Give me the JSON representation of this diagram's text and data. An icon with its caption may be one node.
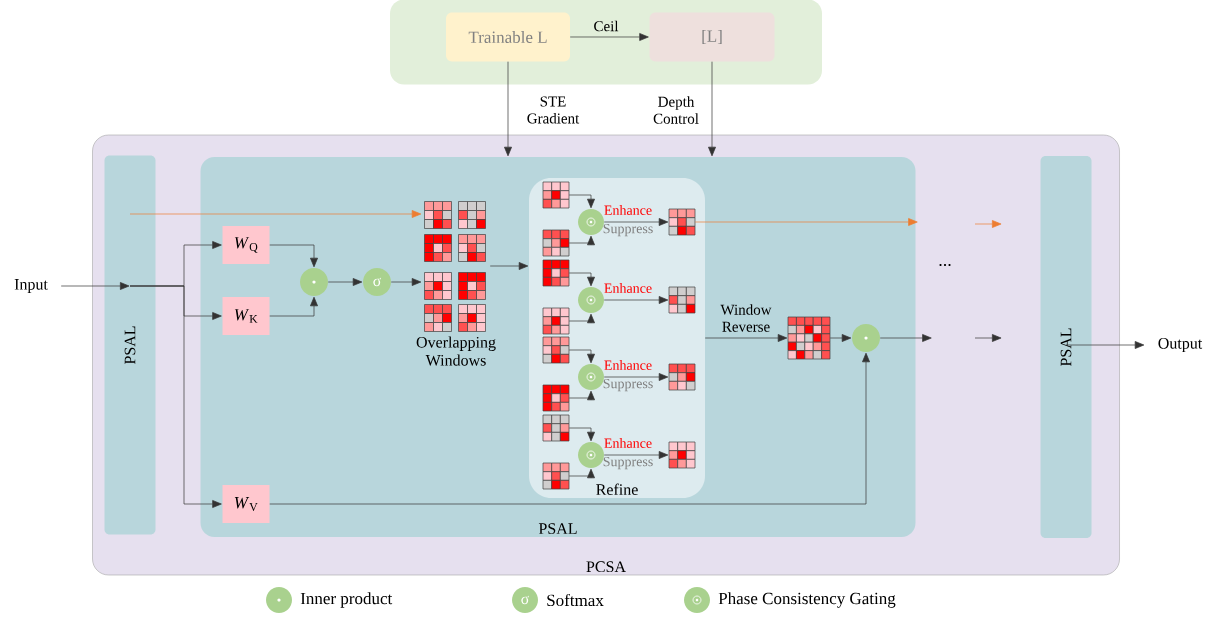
{
  "diagram": {
    "nodes": [
      {
        "text": [],
        "shape": "box"
      },
      {
        "text": [
          "Trainable L"
        ],
        "in": 0
      },
      {
        "text": [
          "[L]"
        ],
        "in": 0
      },
      {
        "text": [
          "PCSA"
        ]
      },
      {
        "text": [
          "PSAL"
        ],
        "in": 3
      },
      {
        "text": [
          "PSAL"
        ],
        "in": 3
      },
      {
        "text": [
          "*W*$_{Q}$"
        ],
        "in": 5
      },
      {
        "text": [
          "*W*$_{K}$"
        ],
        "in": 5
      },
      {
        "text": [
          "*W*$_{V}$"
        ],
        "in": 5
      },
      {
        "text": [],
        "shape": "circle",
        "in": 5
      },
      {
        "text": [
          "σ"
        ],
        "in": 5
      },
      {
        "text": [],
        "shape": "picture",
        "in": 5,
        "beside": [
          "Overlapping Windows"
        ]
      },
      {
        "text": [
          "Refine"
        ],
        "in": 5
      },
      {
        "text": [],
        "shape": "picture",
        "in": 12
      },
      {
        "text": [],
        "shape": "picture",
        "in": 12
      },
      {
        "text": [],
        "shape": "circle",
        "in": 12
      },
      {
        "text": [],
        "shape": "picture",
        "in": 12
      },
      {
        "text": [],
        "shape": "picture",
        "in": 12
      },
      {
        "text": [],
        "shape": "picture",
        "in": 12
      },
      {
        "text": [],
        "shape": "circle",
        "in": 12
      },
      {
        "text": [],
        "shape": "picture",
        "in": 12
      },
      {
        "text": [],
        "shape": "picture",
        "in": 12
      },
      {
        "text": [],
        "shape": "picture",
        "in": 12
      },
      {
        "text": [],
        "shape": "circle",
        "in": 12
      },
      {
        "text": [],
        "shape": "picture",
        "in": 12
      },
      {
        "text": [],
        "shape": "picture",
        "in": 12
      },
      {
        "text": [],
        "shape": "picture",
        "in": 12
      },
      {
        "text": [],
        "shape": "circle",
        "in": 12
      },
      {
        "text": [],
        "shape": "picture",
        "in": 12
      },
      {
        "text": [],
        "shape": "picture",
        "in": 5
      },
      {
        "text": [],
        "shape": "circle",
        "in": 5
      },
      {
        "text": [
          "PSAL"
        ],
        "in": 3
      },
      {
        "text": [
          "Input"
        ]
      },
      {
        "text": [
          "Output"
        ]
      }
    ],
    "edges": [
      {
        "from": 1,
        "to": 2,
        "arrow": "to",
        "label": "Ceil"
      },
      {
        "from": 1,
        "to": 5,
        "arrow": "to",
        "label": "STE Gradient"
      },
      {
        "from": 2,
        "to": 5,
        "arrow": "to",
        "label": "Depth Control"
      },
      {
        "from": 32,
        "to": 4,
        "arrow": "to"
      },
      {
        "from": 4,
        "to": 6,
        "arrow": "to"
      },
      {
        "from": 4,
        "to": 7,
        "arrow": "to"
      },
      {
        "from": 4,
        "to": 8,
        "arrow": "to"
      },
      {
        "from": 4,
        "to": 11,
        "arrow": "to",
        "color": "#ed7d31"
      },
      {
        "from": 6,
        "to": 9,
        "arrow": "to"
      },
      {
        "from": 7,
        "to": 9,
        "arrow": "to"
      },
      {
        "from": 9,
        "to": 10,
        "arrow": "to"
      },
      {
        "from": 10,
        "to": 11,
        "arrow": "to"
      },
      {
        "from": 11,
        "to": 12,
        "arrow": "to"
      },
      {
        "from": 13,
        "to": 15,
        "arrow": "to"
      },
      {
        "from": 14,
        "to": 15,
        "arrow": "to"
      },
      {
        "from": 15,
        "to": 16,
        "arrow": "to"
      },
      {
        "from": 17,
        "to": 19,
        "arrow": "to"
      },
      {
        "from": 18,
        "to": 19,
        "arrow": "to"
      },
      {
        "from": 19,
        "to": 20,
        "arrow": "to"
      },
      {
        "from": 21,
        "to": 23,
        "arrow": "to"
      },
      {
        "from": 22,
        "to": 23,
        "arrow": "to"
      },
      {
        "from": 23,
        "to": 24,
        "arrow": "to"
      },
      {
        "from": 25,
        "to": 27,
        "arrow": "to"
      },
      {
        "from": 26,
        "to": 27,
        "arrow": "to"
      },
      {
        "from": 27,
        "to": 28,
        "arrow": "to"
      },
      {
        "from": 16,
        "to": null,
        "arrow": "to",
        "color": "#ed7d31"
      },
      {
        "from": 12,
        "to": 29,
        "arrow": "to",
        "label": "Window Reverse"
      },
      {
        "from": 29,
        "to": 30,
        "arrow": "to"
      },
      {
        "from": 8,
        "to": 30,
        "arrow": "to"
      },
      {
        "from": 30,
        "to": null,
        "arrow": "to"
      },
      {
        "from": 31,
        "to": 33,
        "arrow": "to"
      }
    ],
    "labels": [
      "Enhance",
      "Suppress",
      "Enhance",
      "Enhance",
      "Suppress",
      "Enhance",
      "Suppress",
      "...",
      "σ"
    ],
    "legend": [
      {
        "text": "Inner product"
      },
      {
        "text": "Softmax"
      },
      {
        "text": "Phase Consistency Gating"
      }
    ]
  }
}
